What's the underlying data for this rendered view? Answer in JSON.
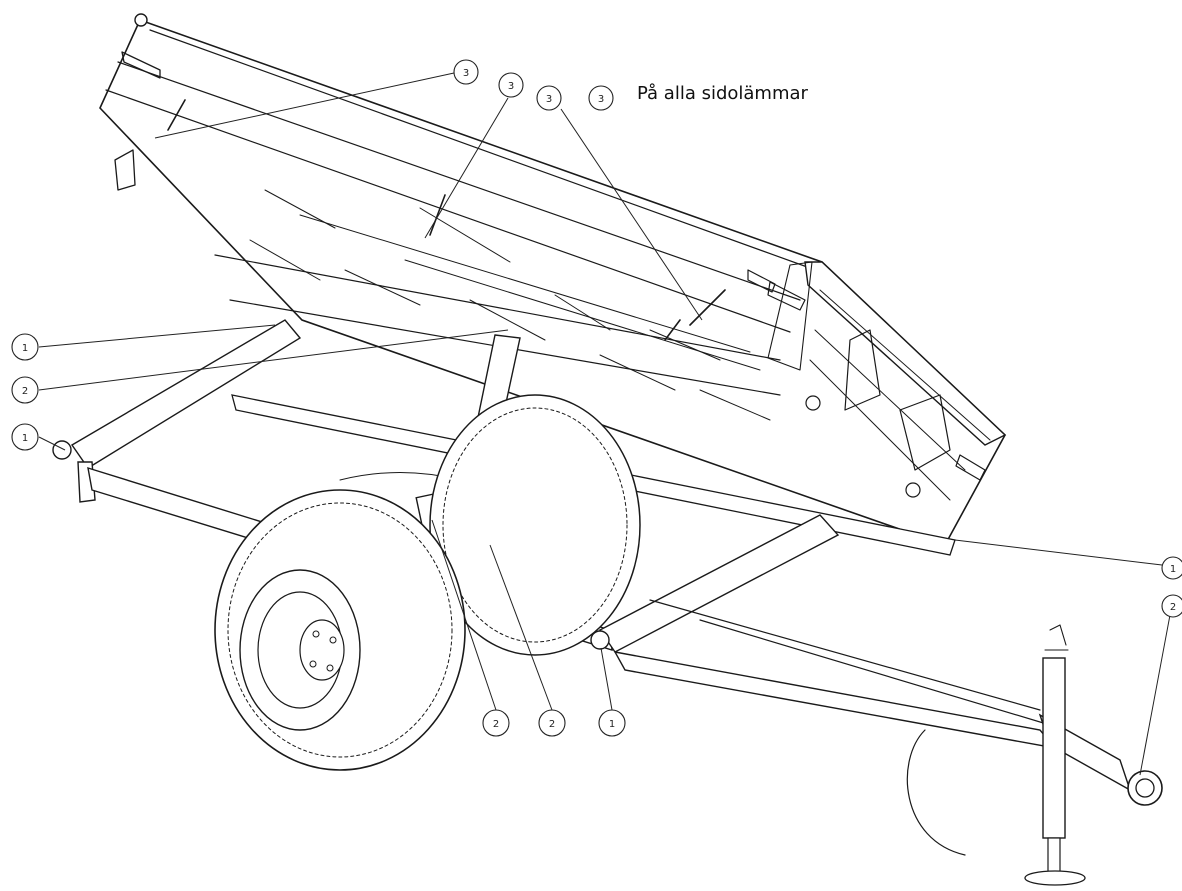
{
  "note": "På alla sidolämmar",
  "callouts": [
    {
      "id": "callout-3-a",
      "label": "3"
    },
    {
      "id": "callout-3-b",
      "label": "3"
    },
    {
      "id": "callout-3-c",
      "label": "3"
    },
    {
      "id": "callout-3-d",
      "label": "3"
    },
    {
      "id": "callout-1-a",
      "label": "1"
    },
    {
      "id": "callout-2-a",
      "label": "2"
    },
    {
      "id": "callout-1-b",
      "label": "1"
    },
    {
      "id": "callout-2-b",
      "label": "2"
    },
    {
      "id": "callout-2-c",
      "label": "2"
    },
    {
      "id": "callout-1-c",
      "label": "1"
    },
    {
      "id": "callout-1-d",
      "label": "1"
    },
    {
      "id": "callout-2-d",
      "label": "2"
    }
  ]
}
